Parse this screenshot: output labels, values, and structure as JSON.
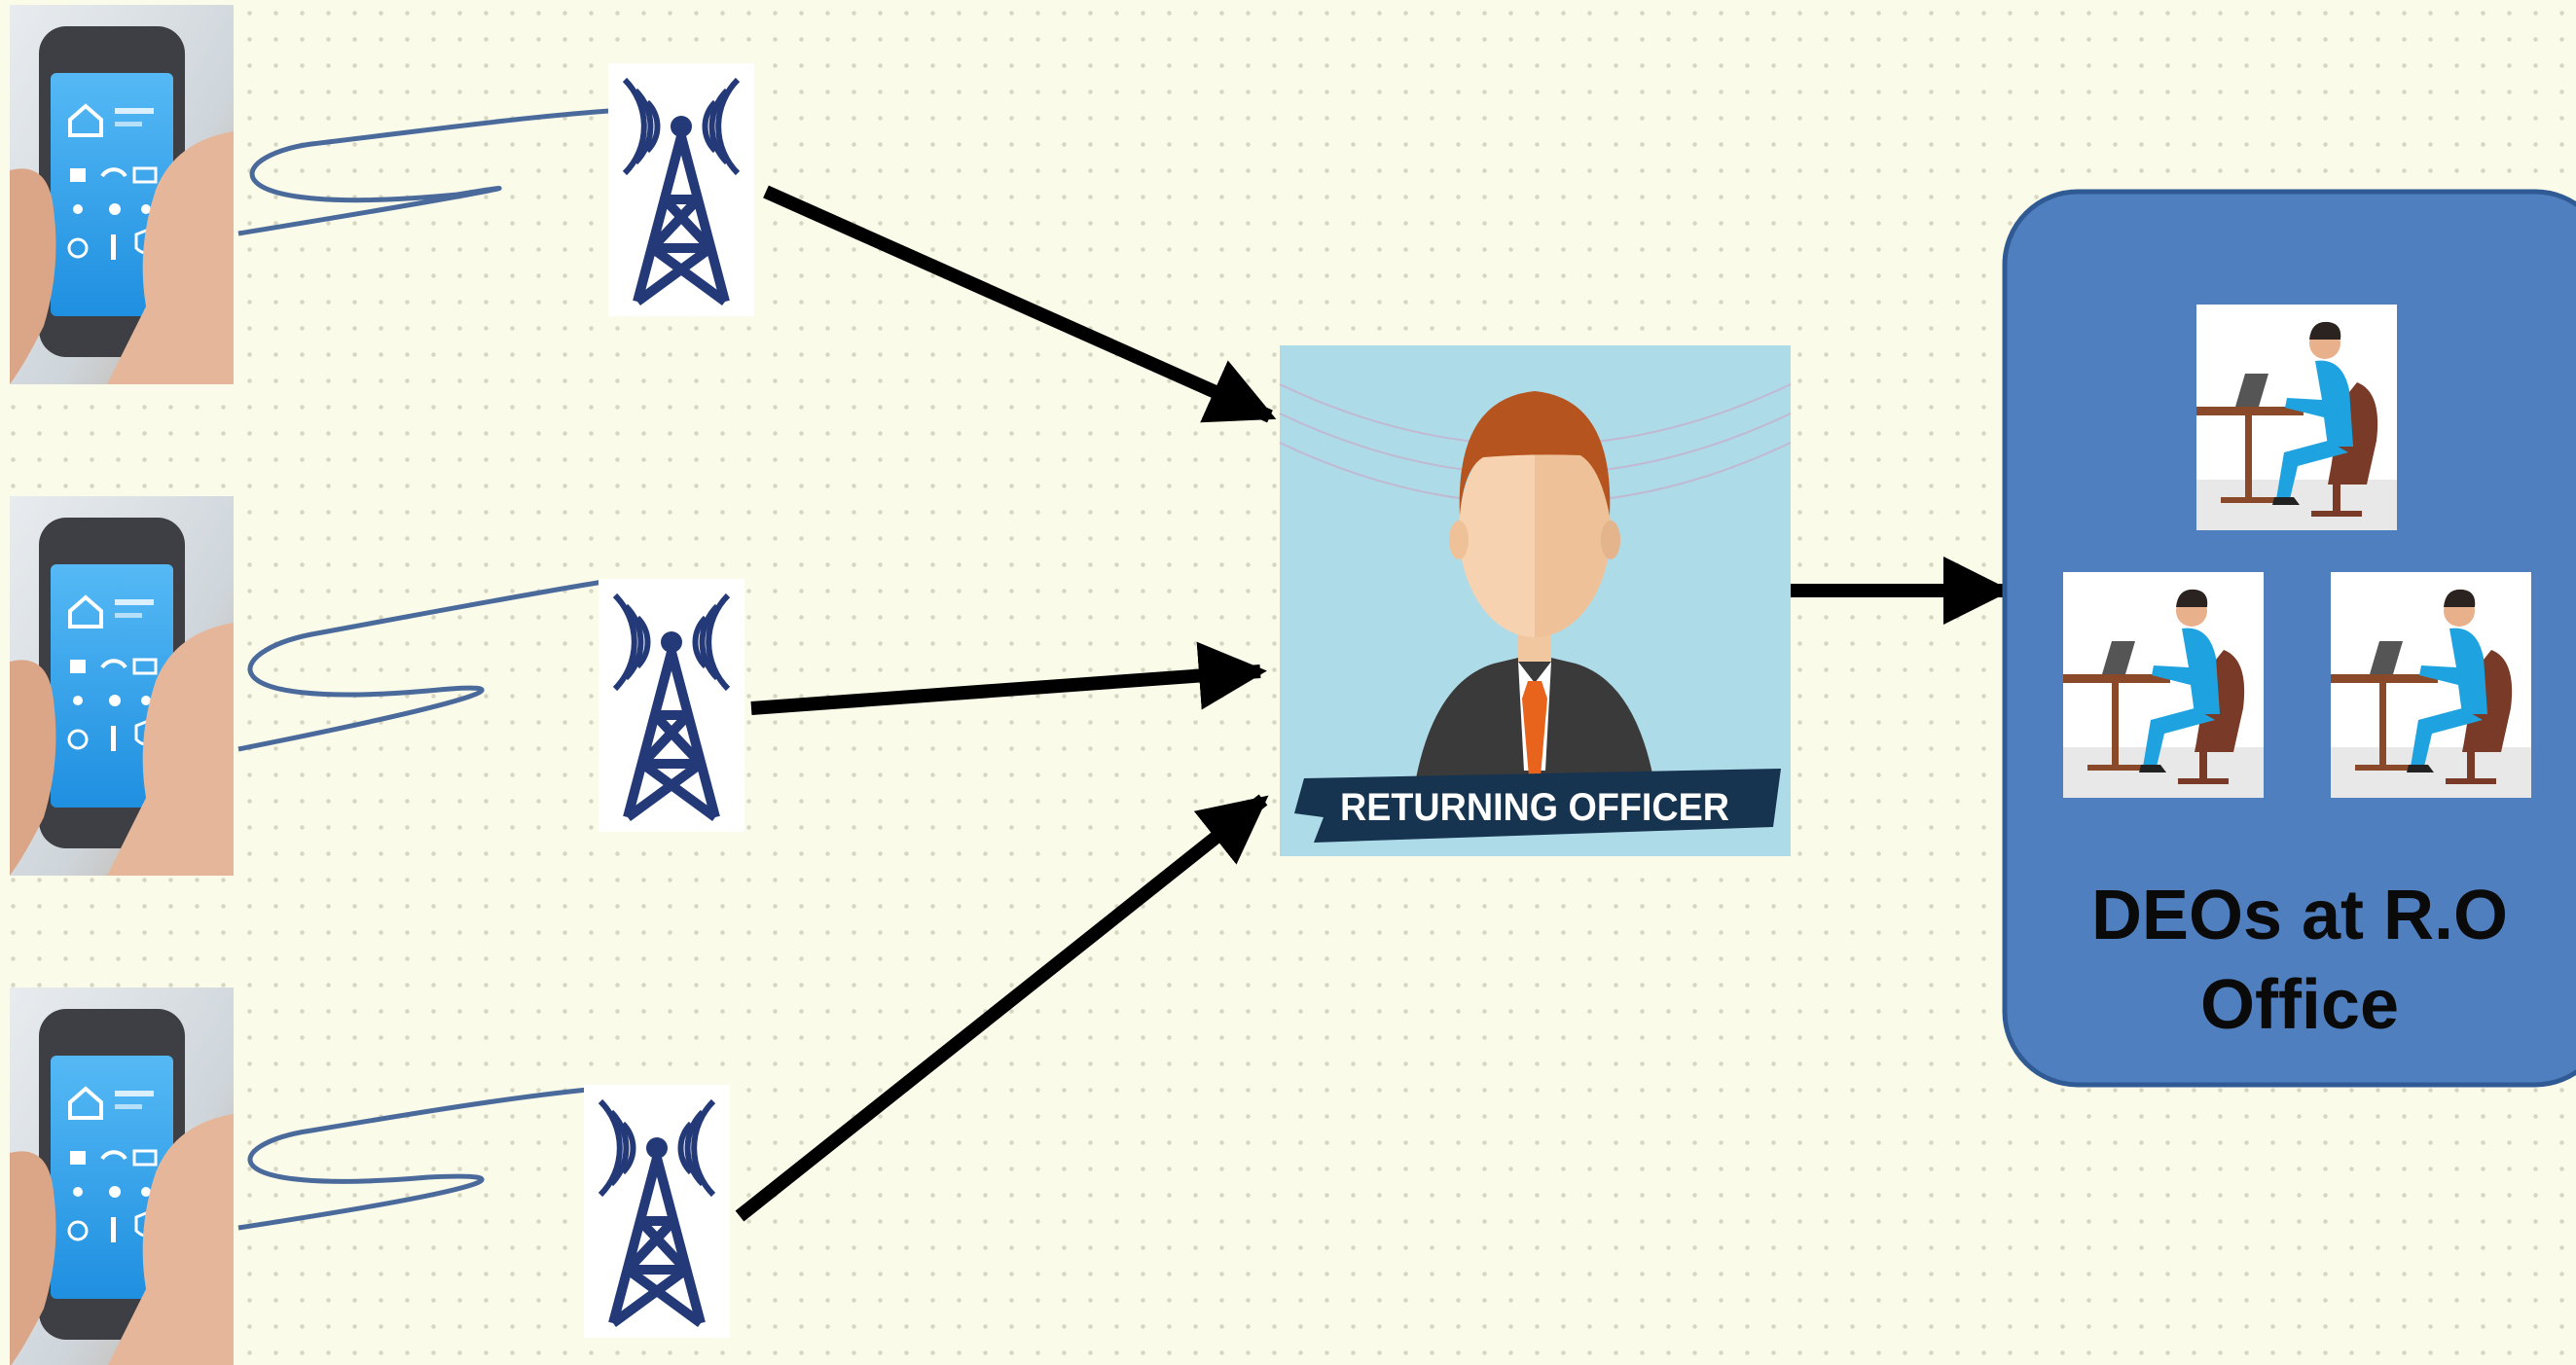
{
  "diagram": {
    "center_node": {
      "label": "RETURNING OFFICER"
    },
    "deo_group": {
      "title_line1": "DEOs at R.O",
      "title_line2": "Office"
    },
    "sources": [
      {
        "icon": "smartphone-icon"
      },
      {
        "icon": "smartphone-icon"
      },
      {
        "icon": "smartphone-icon"
      }
    ],
    "towers": [
      {
        "icon": "cell-tower-icon"
      },
      {
        "icon": "cell-tower-icon"
      },
      {
        "icon": "cell-tower-icon"
      }
    ],
    "colors": {
      "background": "#fbfbe9",
      "deo_box": "#4f7fbf",
      "tower": "#243a78",
      "ro_panel": "#aedbe8",
      "signal_line": "#4a6a9c",
      "arrow": "#000000",
      "phone_screen": "#3aa8ec"
    }
  }
}
